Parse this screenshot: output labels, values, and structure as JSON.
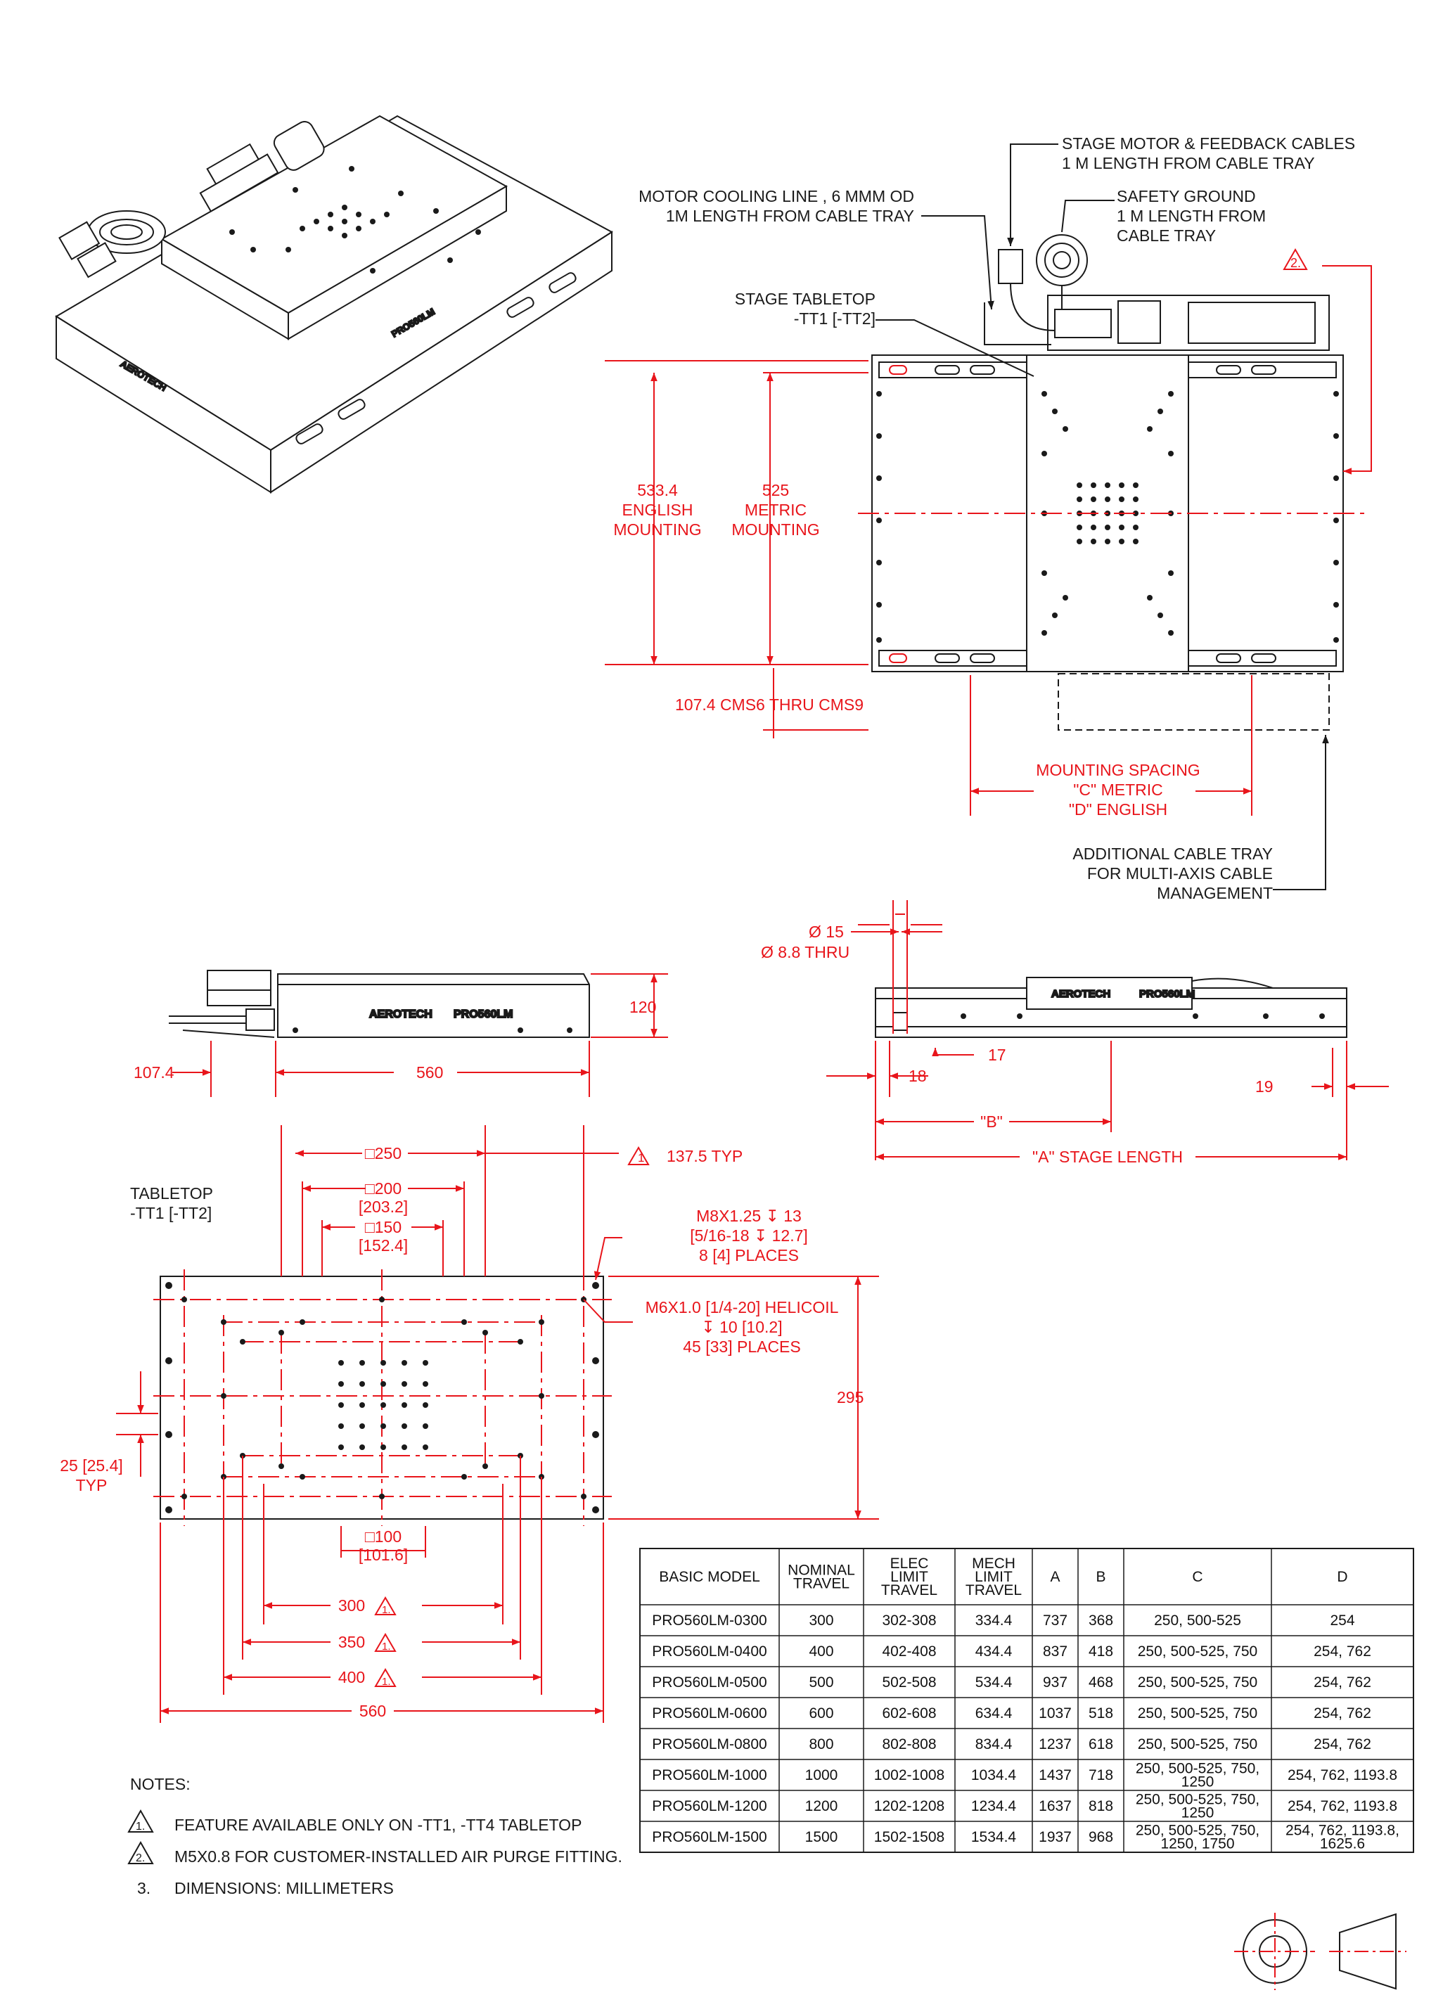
{
  "callouts": {
    "motor_cables": [
      "STAGE MOTOR & FEEDBACK CABLES",
      "1 M LENGTH FROM CABLE TRAY"
    ],
    "cooling_line": [
      "MOTOR COOLING LINE , 6 MMM OD",
      "1M LENGTH FROM CABLE TRAY"
    ],
    "safety_ground": [
      "SAFETY GROUND",
      "1 M LENGTH FROM",
      "CABLE TRAY"
    ],
    "tabletop": [
      "STAGE TABLETOP",
      "-TT1 [-TT2]"
    ],
    "additional_tray": [
      "ADDITIONAL CABLE TRAY",
      "FOR MULTI-AXIS CABLE",
      "MANAGEMENT"
    ],
    "tabletop_label": [
      "TABLETOP",
      "-TT1 [-TT2]"
    ]
  },
  "dimensions": {
    "english_mounting": [
      "533.4",
      "ENGLISH",
      "MOUNTING"
    ],
    "metric_mounting": [
      "525",
      "METRIC",
      "MOUNTING"
    ],
    "cms": "107.4 CMS6 THRU CMS9",
    "mounting_spacing": [
      "MOUNTING SPACING",
      "\"C\" METRIC",
      "\"D\" ENGLISH"
    ],
    "d15": "Ø 15",
    "d88": "Ø 8.8 THRU",
    "h120": "120",
    "w107": "107.4",
    "w560_side": "560",
    "d17": "17",
    "d18": "18",
    "d19": "19",
    "b_dim": "\"B\"",
    "a_dim": "\"A\" STAGE LENGTH",
    "sq250": "□250",
    "typ137": "137.5 TYP",
    "sq200": [
      "□200",
      "[203.2]"
    ],
    "sq150": [
      "□150",
      "[152.4]"
    ],
    "m8": [
      "M8X1.25  ↧ 13",
      "[5/16-18 ↧ 12.7]",
      "8 [4] PLACES"
    ],
    "m6": [
      "M6X1.0  [1/4-20] HELICOIL",
      "↧ 10 [10.2]",
      "45 [33] PLACES"
    ],
    "h295": "295",
    "typ25": [
      "25 [25.4]",
      "TYP"
    ],
    "sq100": [
      "□100",
      "[101.6]"
    ],
    "w300": "300",
    "w350": "350",
    "w400": "400",
    "w560_top": "560",
    "note_tri1": "1.",
    "note_tri2": "2."
  },
  "logo": {
    "brand": "AEROTECH",
    "model": "PRO560LM"
  },
  "table": {
    "headers": [
      [
        "BASIC MODEL"
      ],
      [
        "NOMINAL",
        "TRAVEL"
      ],
      [
        "ELEC",
        "LIMIT",
        "TRAVEL"
      ],
      [
        "MECH",
        "LIMIT",
        "TRAVEL"
      ],
      [
        "A"
      ],
      [
        "B"
      ],
      [
        "C"
      ],
      [
        "D"
      ]
    ],
    "rows": [
      [
        [
          "PRO560LM-0300"
        ],
        [
          "300"
        ],
        [
          "302-308"
        ],
        [
          "334.4"
        ],
        [
          "737"
        ],
        [
          "368"
        ],
        [
          "250, 500-525"
        ],
        [
          "254"
        ]
      ],
      [
        [
          "PRO560LM-0400"
        ],
        [
          "400"
        ],
        [
          "402-408"
        ],
        [
          "434.4"
        ],
        [
          "837"
        ],
        [
          "418"
        ],
        [
          "250, 500-525, 750"
        ],
        [
          "254, 762"
        ]
      ],
      [
        [
          "PRO560LM-0500"
        ],
        [
          "500"
        ],
        [
          "502-508"
        ],
        [
          "534.4"
        ],
        [
          "937"
        ],
        [
          "468"
        ],
        [
          "250, 500-525, 750"
        ],
        [
          "254, 762"
        ]
      ],
      [
        [
          "PRO560LM-0600"
        ],
        [
          "600"
        ],
        [
          "602-608"
        ],
        [
          "634.4"
        ],
        [
          "1037"
        ],
        [
          "518"
        ],
        [
          "250, 500-525, 750"
        ],
        [
          "254, 762"
        ]
      ],
      [
        [
          "PRO560LM-0800"
        ],
        [
          "800"
        ],
        [
          "802-808"
        ],
        [
          "834.4"
        ],
        [
          "1237"
        ],
        [
          "618"
        ],
        [
          "250, 500-525, 750"
        ],
        [
          "254, 762"
        ]
      ],
      [
        [
          "PRO560LM-1000"
        ],
        [
          "1000"
        ],
        [
          "1002-1008"
        ],
        [
          "1034.4"
        ],
        [
          "1437"
        ],
        [
          "718"
        ],
        [
          "250, 500-525, 750,",
          "1250"
        ],
        [
          "254, 762, 1193.8"
        ]
      ],
      [
        [
          "PRO560LM-1200"
        ],
        [
          "1200"
        ],
        [
          "1202-1208"
        ],
        [
          "1234.4"
        ],
        [
          "1637"
        ],
        [
          "818"
        ],
        [
          "250, 500-525, 750,",
          "1250"
        ],
        [
          "254, 762, 1193.8"
        ]
      ],
      [
        [
          "PRO560LM-1500"
        ],
        [
          "1500"
        ],
        [
          "1502-1508"
        ],
        [
          "1534.4"
        ],
        [
          "1937"
        ],
        [
          "968"
        ],
        [
          "250, 500-525, 750,",
          "1250, 1750"
        ],
        [
          "254, 762, 1193.8,",
          "1625.6"
        ]
      ]
    ]
  },
  "notes": {
    "title": "NOTES:",
    "items": [
      {
        "num": "1.",
        "text": "FEATURE AVAILABLE ONLY ON -TT1, -TT4 TABLETOP"
      },
      {
        "num": "2.",
        "text": "M5X0.8 FOR CUSTOMER-INSTALLED AIR PURGE FITTING."
      },
      {
        "num": "3.",
        "text": "DIMENSIONS:  MILLIMETERS"
      }
    ]
  },
  "colors": {
    "dimension": "#e8151b",
    "line": "#1a1a1a"
  }
}
